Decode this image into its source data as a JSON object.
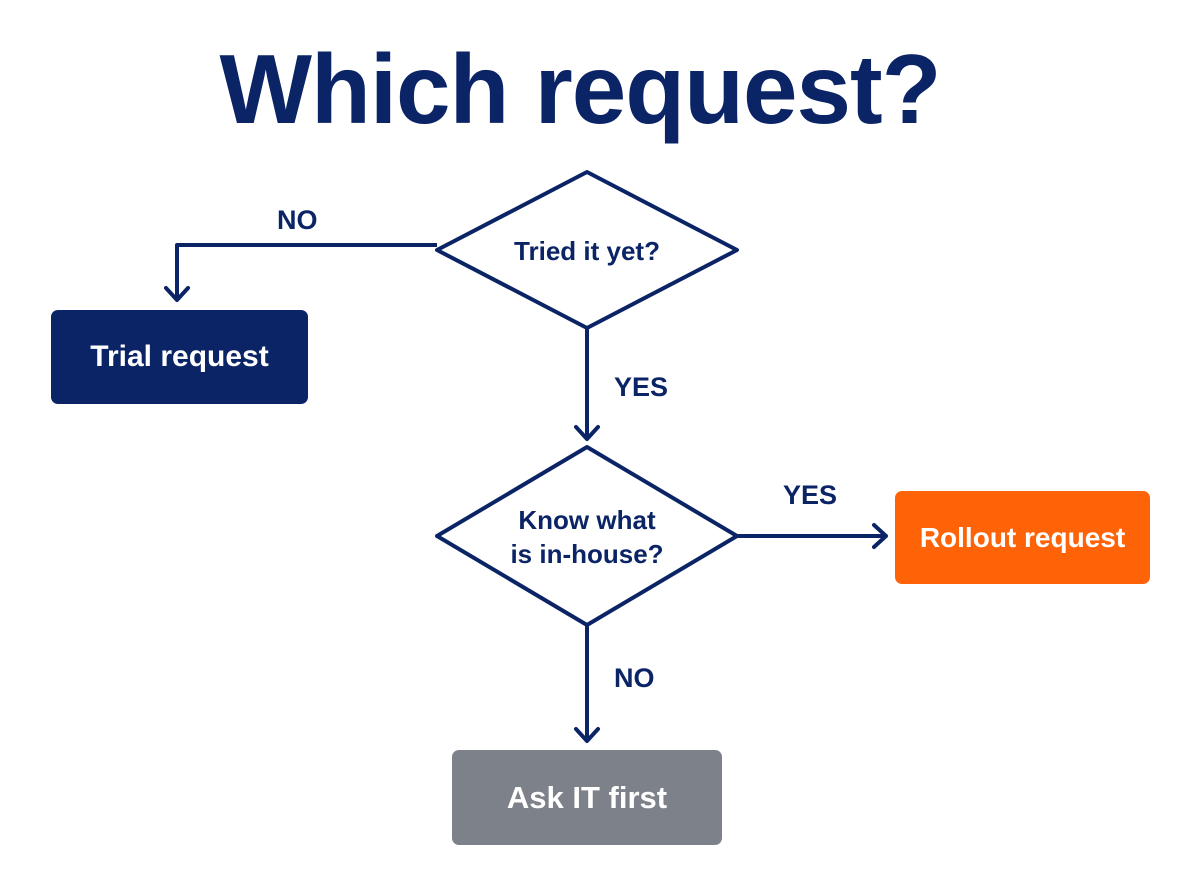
{
  "title": "Which request?",
  "colors": {
    "navy": "#0b2466",
    "orange": "#ff6308",
    "gray": "#7c818a",
    "background": "#ffffff"
  },
  "decisions": {
    "tried": "Tried it yet?",
    "know_line1": "Know what",
    "know_line2": "is in-house?"
  },
  "outcomes": {
    "trial": "Trial request",
    "rollout": "Rollout request",
    "ask_it": "Ask IT first"
  },
  "edge_labels": {
    "tried_no": "NO",
    "tried_yes": "YES",
    "know_yes": "YES",
    "know_no": "NO"
  }
}
